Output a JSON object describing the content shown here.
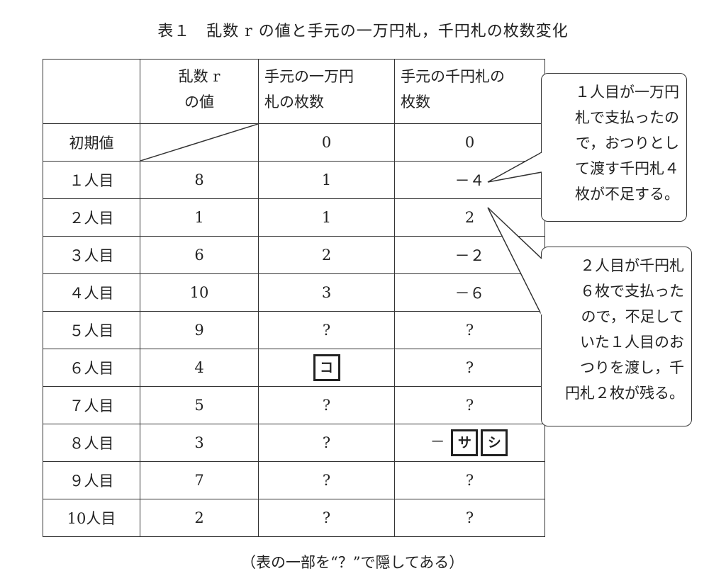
{
  "title": "表１　乱数 r の値と手元の一万円札，千円札の枚数変化",
  "headers": [
    "",
    "乱数 r の値",
    "手元の一万円札の枚数",
    "手元の千円札の枚数"
  ],
  "header_lines": {
    "col2": [
      "乱数 r",
      "の値"
    ],
    "col3": [
      "手元の一万円",
      "札の枚数"
    ],
    "col4": [
      "手元の千円札の",
      "枚数"
    ]
  },
  "rows": [
    {
      "label": "初期値",
      "r": "",
      "man": "0",
      "sen": "0"
    },
    {
      "label": "１人目",
      "r": "8",
      "man": "1",
      "sen": "－４"
    },
    {
      "label": "２人目",
      "r": "1",
      "man": "1",
      "sen": "2"
    },
    {
      "label": "３人目",
      "r": "6",
      "man": "2",
      "sen": "－２"
    },
    {
      "label": "４人目",
      "r": "10",
      "man": "3",
      "sen": "－６"
    },
    {
      "label": "５人目",
      "r": "9",
      "man": "?",
      "sen": "?"
    },
    {
      "label": "６人目",
      "r": "4",
      "man": "コ",
      "sen": "?"
    },
    {
      "label": "７人目",
      "r": "5",
      "man": "?",
      "sen": "?"
    },
    {
      "label": "８人目",
      "r": "3",
      "man": "?",
      "sen_prefix": "－",
      "sen_boxes": [
        "サ",
        "シ"
      ]
    },
    {
      "label": "９人目",
      "r": "7",
      "man": "?",
      "sen": "?"
    },
    {
      "label": "10人目",
      "r": "2",
      "man": "?",
      "sen": "?"
    }
  ],
  "callouts": [
    {
      "lines": [
        "１人目が一万円",
        "札で支払ったの",
        "で，おつりとし",
        "て渡す千円札４",
        "枚が不足する。"
      ]
    },
    {
      "lines": [
        "２人目が千円札",
        "６枚で支払った",
        "ので，不足して",
        "いた１人目のお",
        "つりを渡し，千",
        "円札２枚が残る。"
      ]
    }
  ],
  "caption": "（表の一部を“？”で隠してある）"
}
